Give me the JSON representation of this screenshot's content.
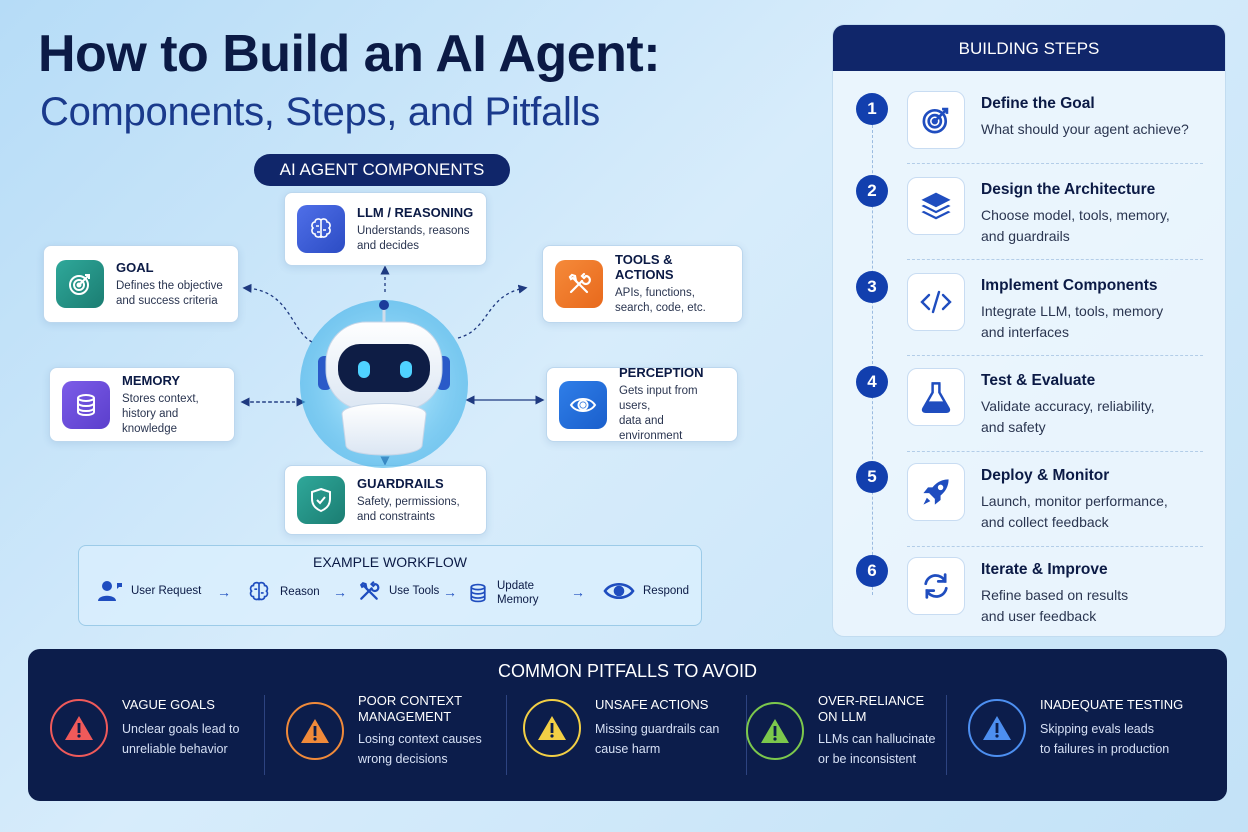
{
  "title_line1": "How to Build an AI Agent:",
  "title_line2": "Components, Steps, and Pitfalls",
  "components": {
    "header": "AI AGENT COMPONENTS",
    "llm": {
      "title": "LLM / REASONING",
      "desc1": "Understands, reasons",
      "desc2": "and decides"
    },
    "goal": {
      "title": "GOAL",
      "desc1": "Defines the objective",
      "desc2": "and success criteria"
    },
    "tools": {
      "title": "TOOLS & ACTIONS",
      "desc1": "APIs, functions,",
      "desc2": "search, code, etc."
    },
    "memory": {
      "title": "MEMORY",
      "desc1": "Stores context,",
      "desc2": "history and knowledge"
    },
    "perception": {
      "title": "PERCEPTION",
      "desc1": "Gets input from users,",
      "desc2": "data and environment"
    },
    "guardrails": {
      "title": "GUARDRAILS",
      "desc1": "Safety, permissions,",
      "desc2": "and constraints"
    }
  },
  "workflow": {
    "title": "EXAMPLE WORKFLOW",
    "steps": [
      "User Request",
      "Reason",
      "Use Tools",
      "Update",
      "Memory",
      "Respond"
    ]
  },
  "steps": {
    "header": "BUILDING STEPS",
    "items": [
      {
        "num": "1",
        "title": "Define the Goal",
        "desc1": "What should your agent achieve?",
        "desc2": ""
      },
      {
        "num": "2",
        "title": "Design the Architecture",
        "desc1": "Choose model, tools, memory,",
        "desc2": "and guardrails"
      },
      {
        "num": "3",
        "title": "Implement Components",
        "desc1": "Integrate LLM, tools, memory",
        "desc2": "and interfaces"
      },
      {
        "num": "4",
        "title": "Test & Evaluate",
        "desc1": "Validate accuracy, reliability,",
        "desc2": "and safety"
      },
      {
        "num": "5",
        "title": "Deploy & Monitor",
        "desc1": "Launch, monitor performance,",
        "desc2": "and collect feedback"
      },
      {
        "num": "6",
        "title": "Iterate & Improve",
        "desc1": "Refine based on results",
        "desc2": "and user feedback"
      }
    ]
  },
  "pitfalls": {
    "header": "COMMON PITFALLS TO AVOID",
    "items": [
      {
        "title1": "VAGUE GOALS",
        "title2": "",
        "desc1": "Unclear goals lead to",
        "desc2": "unreliable behavior",
        "color": "#ef5a5a"
      },
      {
        "title1": "POOR CONTEXT",
        "title2": "MANAGEMENT",
        "desc1": "Losing context causes",
        "desc2": "wrong decisions",
        "color": "#f08a3a"
      },
      {
        "title1": "UNSAFE ACTIONS",
        "title2": "",
        "desc1": "Missing guardrails can",
        "desc2": "cause harm",
        "color": "#f2cf45"
      },
      {
        "title1": "OVER-RELIANCE",
        "title2": "ON LLM",
        "desc1": "LLMs can hallucinate",
        "desc2": "or be inconsistent",
        "color": "#7cc84c"
      },
      {
        "title1": "INADEQUATE TESTING",
        "title2": "",
        "desc1": "Skipping evals leads",
        "desc2": "to failures in production",
        "color": "#4d8ff0"
      }
    ]
  }
}
